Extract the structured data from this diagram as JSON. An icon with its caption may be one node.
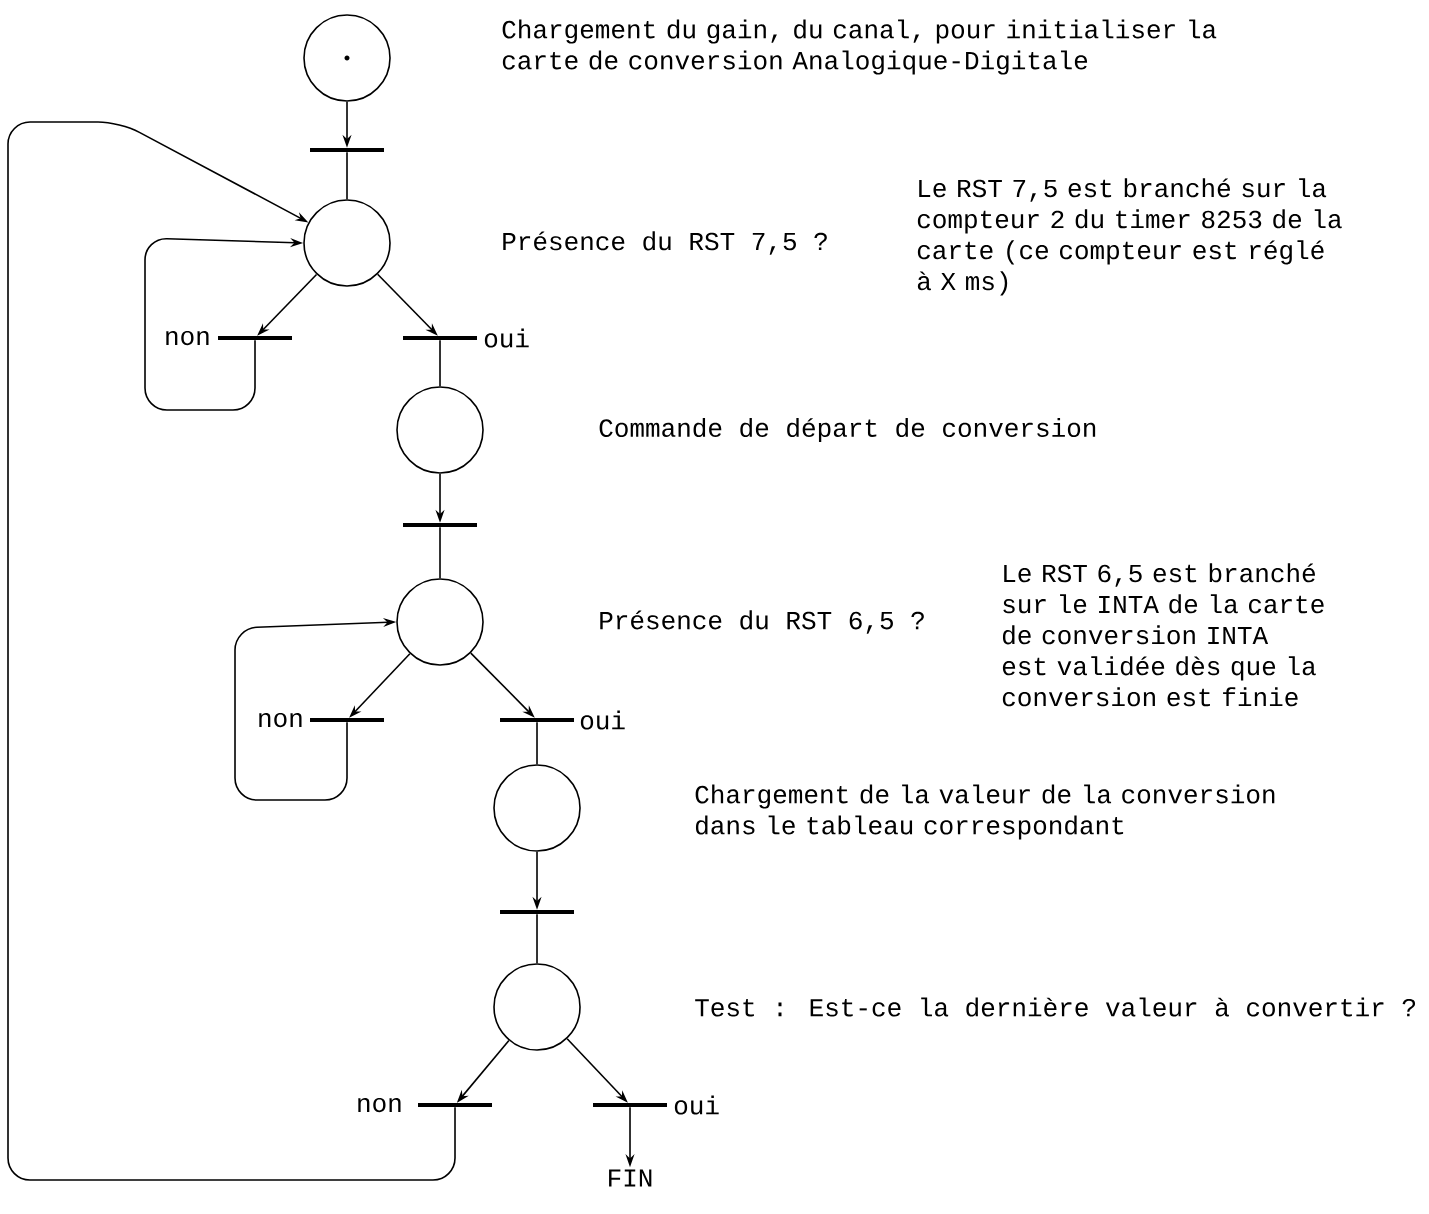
{
  "diagram": {
    "nodes": [
      {
        "text": [],
        "shape": "circle"
      },
      {
        "text": [],
        "shape": "bar"
      },
      {
        "text": [],
        "shape": "circle"
      },
      {
        "text": [],
        "shape": "bar",
        "beside": [
          "non"
        ]
      },
      {
        "text": [],
        "shape": "bar",
        "beside": [
          "oui"
        ]
      },
      {
        "text": [],
        "shape": "circle"
      },
      {
        "text": [],
        "shape": "bar"
      },
      {
        "text": [],
        "shape": "circle"
      },
      {
        "text": [],
        "shape": "bar",
        "beside": [
          "non"
        ]
      },
      {
        "text": [],
        "shape": "bar",
        "beside": [
          "oui"
        ]
      },
      {
        "text": [],
        "shape": "circle"
      },
      {
        "text": [],
        "shape": "bar"
      },
      {
        "text": [],
        "shape": "circle"
      },
      {
        "text": [],
        "shape": "bar",
        "beside": [
          "non"
        ]
      },
      {
        "text": [],
        "shape": "bar",
        "beside": [
          "oui"
        ]
      },
      {
        "text": [
          "FIN"
        ]
      }
    ],
    "edges": [
      {
        "from": 0,
        "to": 1,
        "arrow": "to"
      },
      {
        "from": 1,
        "to": 2,
        "arrow": "none"
      },
      {
        "from": 2,
        "to": 3,
        "arrow": "to"
      },
      {
        "from": 2,
        "to": 4,
        "arrow": "to"
      },
      {
        "from": 3,
        "to": 2,
        "arrow": "to"
      },
      {
        "from": 4,
        "to": 5,
        "arrow": "none"
      },
      {
        "from": 5,
        "to": 6,
        "arrow": "to"
      },
      {
        "from": 6,
        "to": 7,
        "arrow": "none"
      },
      {
        "from": 7,
        "to": 8,
        "arrow": "to"
      },
      {
        "from": 7,
        "to": 9,
        "arrow": "to"
      },
      {
        "from": 8,
        "to": 7,
        "arrow": "to"
      },
      {
        "from": 9,
        "to": 10,
        "arrow": "none"
      },
      {
        "from": 10,
        "to": 11,
        "arrow": "to"
      },
      {
        "from": 11,
        "to": 12,
        "arrow": "none"
      },
      {
        "from": 12,
        "to": 13,
        "arrow": "to"
      },
      {
        "from": 12,
        "to": 14,
        "arrow": "to"
      },
      {
        "from": 13,
        "to": 2,
        "arrow": "to"
      },
      {
        "from": 14,
        "to": 15,
        "arrow": "to"
      }
    ],
    "labels": [
      "Chargement du gain, du canal, pour initialiser la carte de conversion Analogique-Digitale",
      "Présence du RST 7,5 ?",
      "Le RST 7,5 est branché sur la compteur 2 du timer 8253 de la carte (ce compteur est réglé à X ms)",
      "Commande de départ de conversion",
      "Présence du RST 6,5 ?",
      "Le RST 6,5 est branché sur le INTA de la carte de conversion INTA est validée dès que la conversion est finie",
      "Chargement de la valeur de la conversion dans le tableau correspondant",
      "Test : Est-ce la dernière valeur à convertir ?"
    ]
  }
}
